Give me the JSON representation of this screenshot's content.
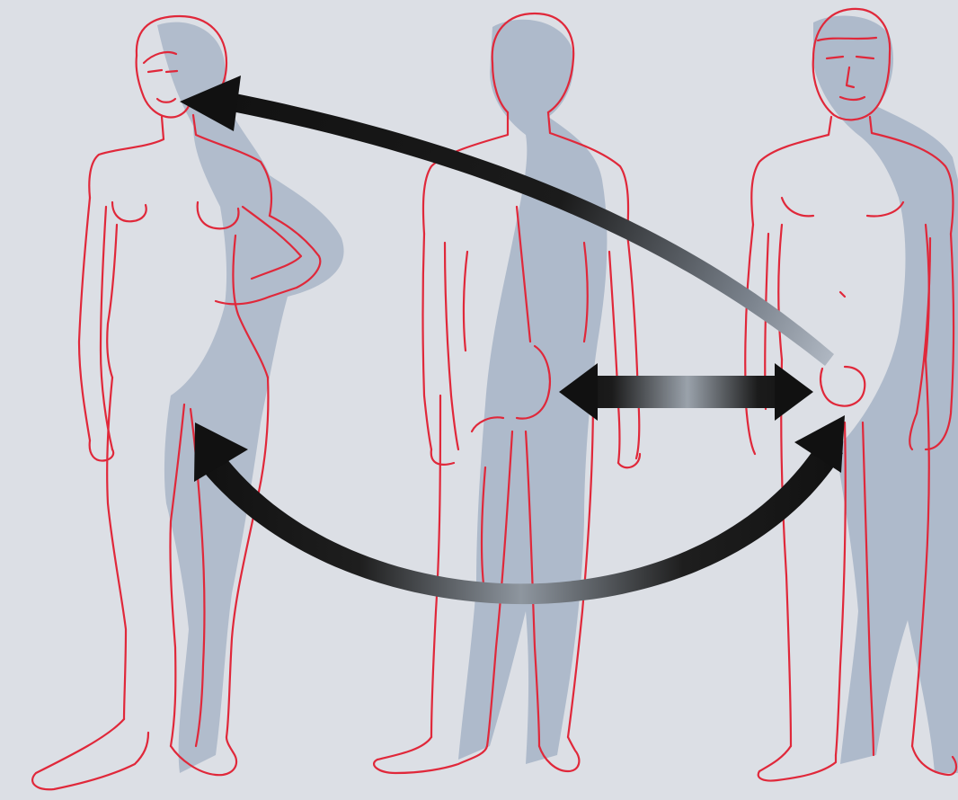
{
  "diagram": {
    "figures": [
      {
        "id": "woman",
        "view": "front"
      },
      {
        "id": "person-back",
        "view": "back"
      },
      {
        "id": "man",
        "view": "front"
      }
    ],
    "arrows": [
      {
        "id": "arrow-man-to-woman-mouth",
        "from": "man",
        "to": "woman",
        "heads": "single"
      },
      {
        "id": "arrow-man-to-person-back",
        "from": "man",
        "to": "person-back",
        "heads": "double"
      },
      {
        "id": "arrow-man-to-woman-lower",
        "from": "man",
        "to": "woman",
        "heads": "double"
      }
    ],
    "colors": {
      "background": "#dcdfe5",
      "outline": "#e0283a",
      "shadow": "#a9b6c8",
      "arrow_dark": "#141414",
      "arrow_light": "#8a9199"
    }
  }
}
